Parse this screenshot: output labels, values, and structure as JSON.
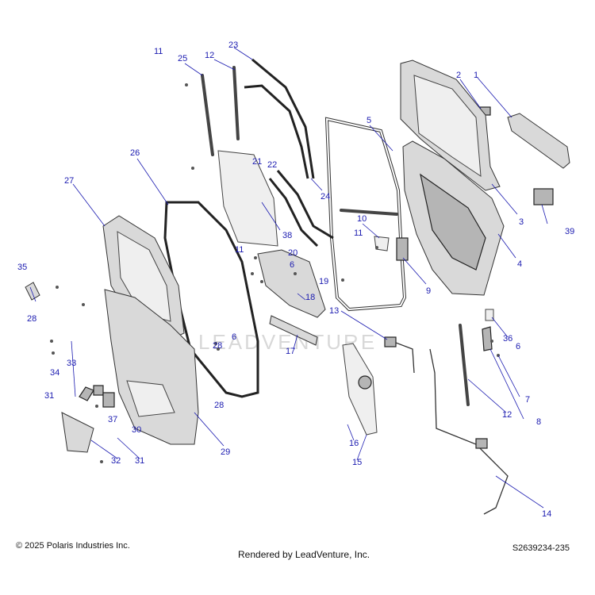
{
  "footer": {
    "copyright": "© 2025 Polaris Industries Inc.",
    "rendered_by": "Rendered by LeadVenture, Inc.",
    "diagram_id": "S2639234-235"
  },
  "watermark": "LEADVENTURE",
  "colors": {
    "callout": "#1a1ab0",
    "line": "#333333",
    "fill": "#d9d9d9"
  },
  "callouts": [
    {
      "id": "c-1",
      "text": "1"
    },
    {
      "id": "c-2",
      "text": "2"
    },
    {
      "id": "c-3",
      "text": "3"
    },
    {
      "id": "c-4",
      "text": "4"
    },
    {
      "id": "c-5",
      "text": "5"
    },
    {
      "id": "c-6a",
      "text": "6"
    },
    {
      "id": "c-6b",
      "text": "6"
    },
    {
      "id": "c-6c",
      "text": "6"
    },
    {
      "id": "c-7",
      "text": "7"
    },
    {
      "id": "c-8",
      "text": "8"
    },
    {
      "id": "c-9",
      "text": "9"
    },
    {
      "id": "c-10",
      "text": "10"
    },
    {
      "id": "c-11a",
      "text": "11"
    },
    {
      "id": "c-11b",
      "text": "11"
    },
    {
      "id": "c-11c",
      "text": "11"
    },
    {
      "id": "c-12a",
      "text": "12"
    },
    {
      "id": "c-12b",
      "text": "12"
    },
    {
      "id": "c-13",
      "text": "13"
    },
    {
      "id": "c-14",
      "text": "14"
    },
    {
      "id": "c-15",
      "text": "15"
    },
    {
      "id": "c-16",
      "text": "16"
    },
    {
      "id": "c-17",
      "text": "17"
    },
    {
      "id": "c-18",
      "text": "18"
    },
    {
      "id": "c-19",
      "text": "19"
    },
    {
      "id": "c-20",
      "text": "20"
    },
    {
      "id": "c-21",
      "text": "21"
    },
    {
      "id": "c-22",
      "text": "22"
    },
    {
      "id": "c-23",
      "text": "23"
    },
    {
      "id": "c-24",
      "text": "24"
    },
    {
      "id": "c-25",
      "text": "25"
    },
    {
      "id": "c-26",
      "text": "26"
    },
    {
      "id": "c-27",
      "text": "27"
    },
    {
      "id": "c-28a",
      "text": "28"
    },
    {
      "id": "c-28b",
      "text": "28"
    },
    {
      "id": "c-28c",
      "text": "28"
    },
    {
      "id": "c-29",
      "text": "29"
    },
    {
      "id": "c-30",
      "text": "30"
    },
    {
      "id": "c-31a",
      "text": "31"
    },
    {
      "id": "c-31b",
      "text": "31"
    },
    {
      "id": "c-32",
      "text": "32"
    },
    {
      "id": "c-33",
      "text": "33"
    },
    {
      "id": "c-34",
      "text": "34"
    },
    {
      "id": "c-35",
      "text": "35"
    },
    {
      "id": "c-36",
      "text": "36"
    },
    {
      "id": "c-37",
      "text": "37"
    },
    {
      "id": "c-38",
      "text": "38"
    },
    {
      "id": "c-39",
      "text": "39"
    }
  ]
}
